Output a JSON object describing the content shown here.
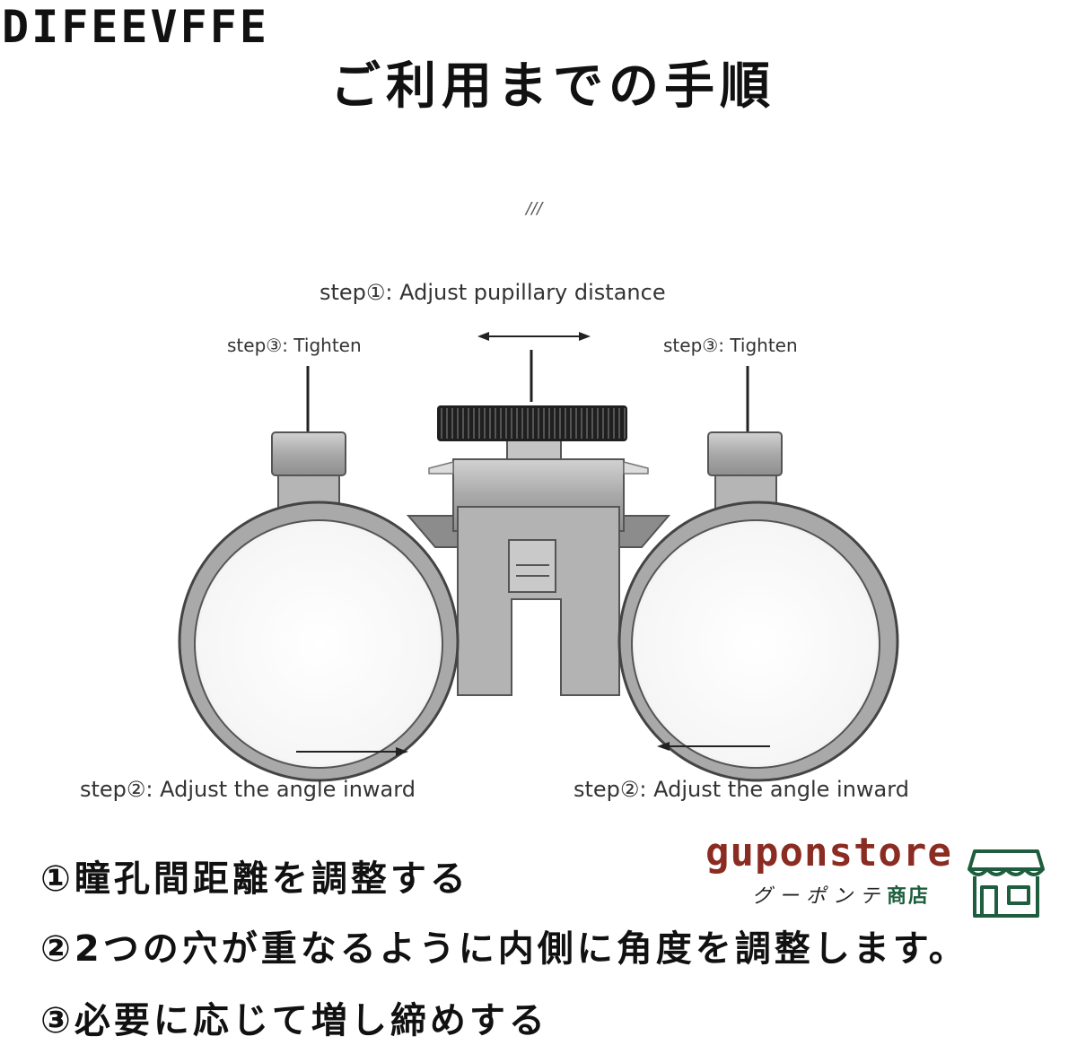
{
  "brand": "DIFEEVFFE",
  "title": "ご利用までの手順",
  "diagram": {
    "mark": "///",
    "label_top": "step①: Adjust pupillary distance",
    "label_tighten_left": "step③: Tighten",
    "label_tighten_right": "step③: Tighten",
    "label_angle_left": "step②: Adjust the angle inward",
    "label_angle_right": "step②: Adjust the angle inward"
  },
  "steps": [
    "①瞳孔間距離を調整する",
    "②2つの穴が重なるように内側に角度を調整します。",
    "③必要に応じて増し締めする"
  ],
  "store": {
    "name": "guponstore",
    "kana": "グーポンテ",
    "shop": "商店",
    "name_color": "#8b2c22",
    "icon_color": "#1e5e3e",
    "icon": "storefront-icon"
  }
}
